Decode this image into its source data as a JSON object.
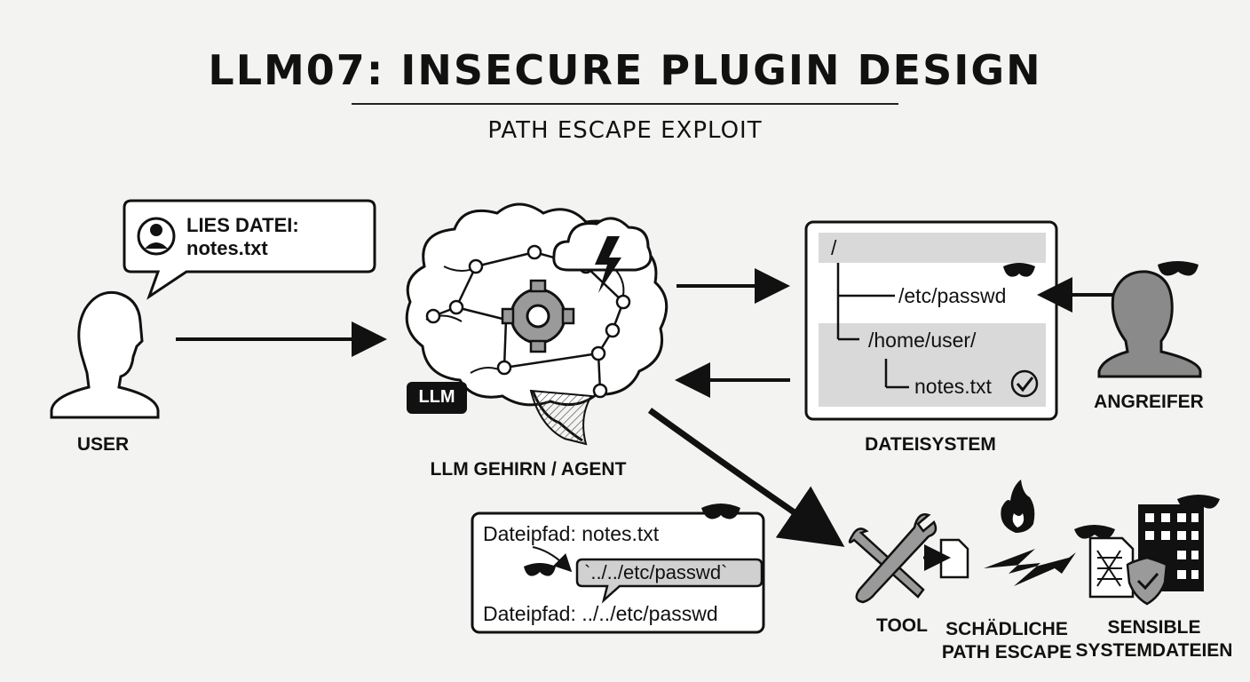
{
  "title": "LLM07: INSECURE PLUGIN DESIGN",
  "subtitle": "PATH ESCAPE EXPLOIT",
  "user": {
    "bubble_line1": "LIES DATEI:",
    "bubble_line2": "notes.txt",
    "label": "USER"
  },
  "llm": {
    "badge": "LLM",
    "label": "LLM GEHIRN / AGENT"
  },
  "filesystem": {
    "root": "/",
    "etc_passwd": "/etc/passwd",
    "home_user": "/home/user/",
    "notes": "notes.txt",
    "label": "DATEISYSTEM"
  },
  "attacker": {
    "label": "ANGREIFER"
  },
  "payload": {
    "line1": "Dateipfad: notes.txt",
    "injected": "`../../etc/passwd`",
    "line3": "Dateipfad: ../../etc/passwd"
  },
  "tool": {
    "label": "TOOL"
  },
  "escape": {
    "line1": "SCHÄDLICHE",
    "line2": "PATH ESCAPE"
  },
  "sensitive": {
    "line1": "SENSIBLE",
    "line2": "SYSTEMDATEIEN"
  },
  "colors": {
    "ink": "#111111",
    "shade": "#d9d9d9",
    "gray_figure": "#8a8a8a"
  }
}
